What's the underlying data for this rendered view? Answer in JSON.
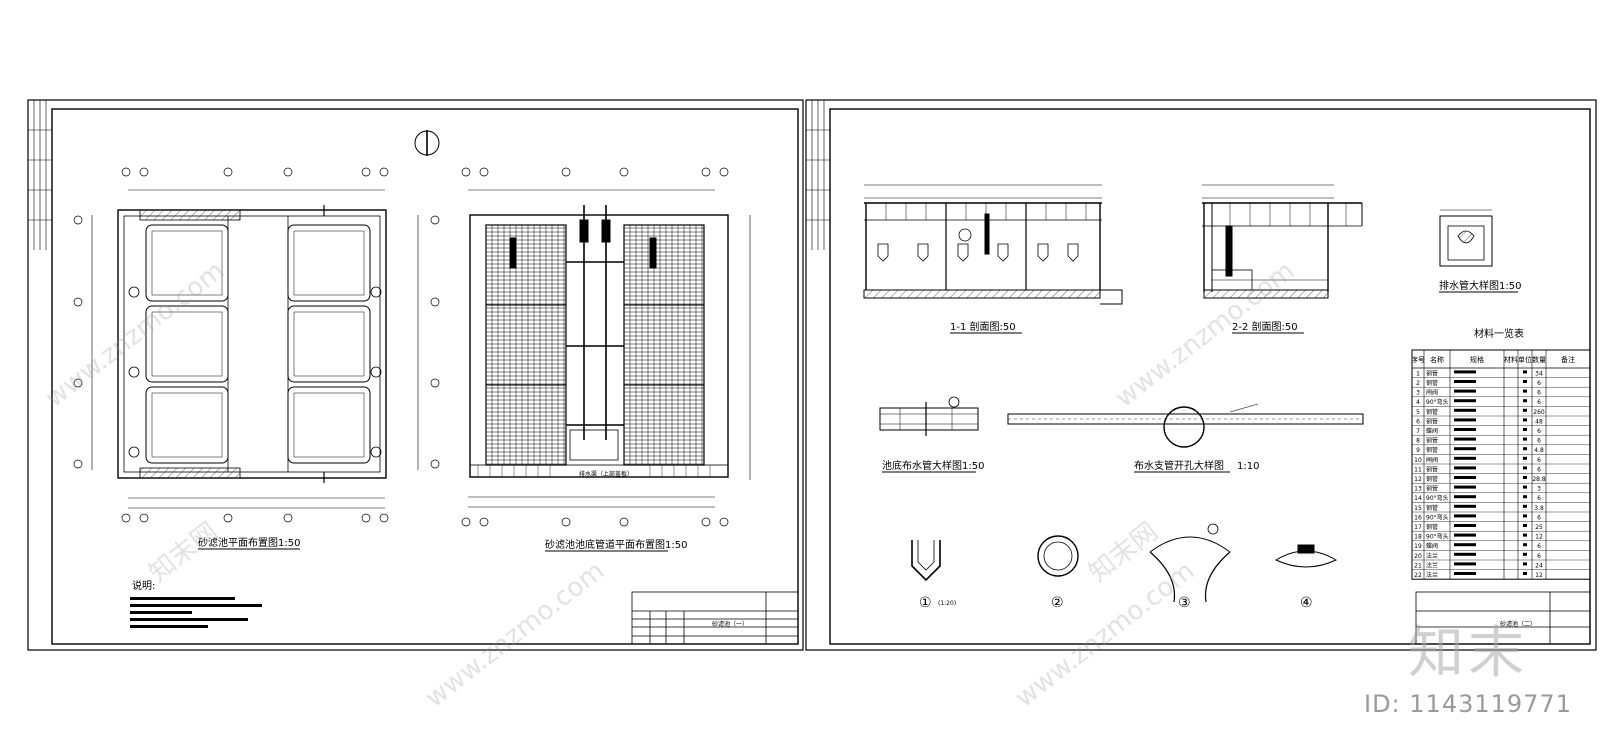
{
  "sheet1": {
    "plan_title": "砂滤池平面布置图1:50",
    "pipe_plan_title": "砂滤池池底管道平面布置图1:50",
    "notes_heading": "说明:",
    "drain_channel_label": "排水渠（上部盖板）",
    "titleblock_name": "砂滤池（一）"
  },
  "sheet2": {
    "section11_title": "1-1 剖面图:50",
    "section22_title": "2-2 剖面图:50",
    "drain_detail_title": "排水管大样图1:50",
    "bottom_pipe_title": "池底布水管大样图1:50",
    "branch_hole_title": "布水支管开孔大样图",
    "branch_hole_scale": "1:10",
    "materials_title": "材料一览表",
    "detail_marks": [
      "①",
      "②",
      "③",
      "④"
    ],
    "detail1_scale": "(1:20)",
    "titleblock_name": "砂滤池（二）"
  },
  "materials_table": {
    "headers": [
      "序号",
      "名称",
      "规格",
      "材料",
      "单位",
      "数量",
      "备注"
    ],
    "rows": [
      {
        "no": "1",
        "name": "钢管",
        "qty": "34"
      },
      {
        "no": "2",
        "name": "钢管",
        "qty": "6"
      },
      {
        "no": "3",
        "name": "闸阀",
        "qty": "6"
      },
      {
        "no": "4",
        "name": "90°弯头",
        "qty": "6"
      },
      {
        "no": "5",
        "name": "钢管",
        "qty": "260"
      },
      {
        "no": "6",
        "name": "钢管",
        "qty": "48"
      },
      {
        "no": "7",
        "name": "蝶阀",
        "qty": "6"
      },
      {
        "no": "8",
        "name": "钢管",
        "qty": "6"
      },
      {
        "no": "9",
        "name": "钢管",
        "qty": "4.8"
      },
      {
        "no": "10",
        "name": "闸阀",
        "qty": "6"
      },
      {
        "no": "11",
        "name": "钢管",
        "qty": "6"
      },
      {
        "no": "12",
        "name": "钢管",
        "qty": "28.8"
      },
      {
        "no": "13",
        "name": "钢管",
        "qty": "3"
      },
      {
        "no": "14",
        "name": "90°弯头",
        "qty": "6"
      },
      {
        "no": "15",
        "name": "钢管",
        "qty": "3.8"
      },
      {
        "no": "16",
        "name": "90°弯头",
        "qty": "6"
      },
      {
        "no": "17",
        "name": "钢管",
        "qty": "25"
      },
      {
        "no": "18",
        "name": "90°弯头",
        "qty": "12"
      },
      {
        "no": "19",
        "name": "蝶阀",
        "qty": "6"
      },
      {
        "no": "20",
        "name": "法兰",
        "qty": "6"
      },
      {
        "no": "21",
        "name": "法兰",
        "qty": "24"
      },
      {
        "no": "22",
        "name": "法兰",
        "qty": "12"
      }
    ]
  },
  "watermark": {
    "site_text": "www.znzmo.com",
    "brand_text": "知末网",
    "logo_text": "知末",
    "id_text": "ID: 1143119771"
  }
}
